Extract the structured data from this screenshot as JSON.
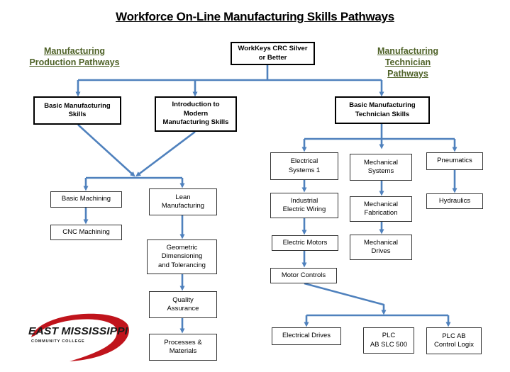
{
  "title": "Workforce On-Line Manufacturing Skills Pathways",
  "headings": {
    "production": "Manufacturing\nProduction Pathways",
    "technician": "Manufacturing\nTechnician\nPathways"
  },
  "nodes": {
    "root": "WorkKeys CRC Silver\nor Better",
    "basic_mfg": "Basic Manufacturing\nSkills",
    "intro_modern": "Introduction to\nModern\nManufacturing Skills",
    "basic_tech": "Basic Manufacturing\nTechnician Skills",
    "basic_machining": "Basic Machining",
    "cnc_machining": "CNC Machining",
    "lean": "Lean\nManufacturing",
    "gdt": "Geometric\nDimensioning\nand Tolerancing",
    "quality": "Quality\nAssurance",
    "processes": "Processes &\nMaterials",
    "electrical1": "Electrical\nSystems 1",
    "industrial_wiring": "Industrial\nElectric Wiring",
    "electric_motors": "Electric Motors",
    "motor_controls": "Motor Controls",
    "mechanical": "Mechanical\nSystems",
    "mech_fabrication": "Mechanical\nFabrication",
    "mech_drives": "Mechanical\nDrives",
    "pneumatics": "Pneumatics",
    "hydraulics": "Hydraulics",
    "electrical_drives": "Electrical Drives",
    "plc_slc": "PLC\nAB SLC 500",
    "plc_logix": "PLC AB\nControl Logix"
  },
  "logo": {
    "name": "EAST MISSISSIPPI",
    "subtitle": "COMMUNITY COLLEGE",
    "colors": {
      "text": "#1a1a1a",
      "swoosh": "#c0141c"
    }
  },
  "colors": {
    "arrow": "#4f81bd",
    "heading": "#4f6228"
  }
}
